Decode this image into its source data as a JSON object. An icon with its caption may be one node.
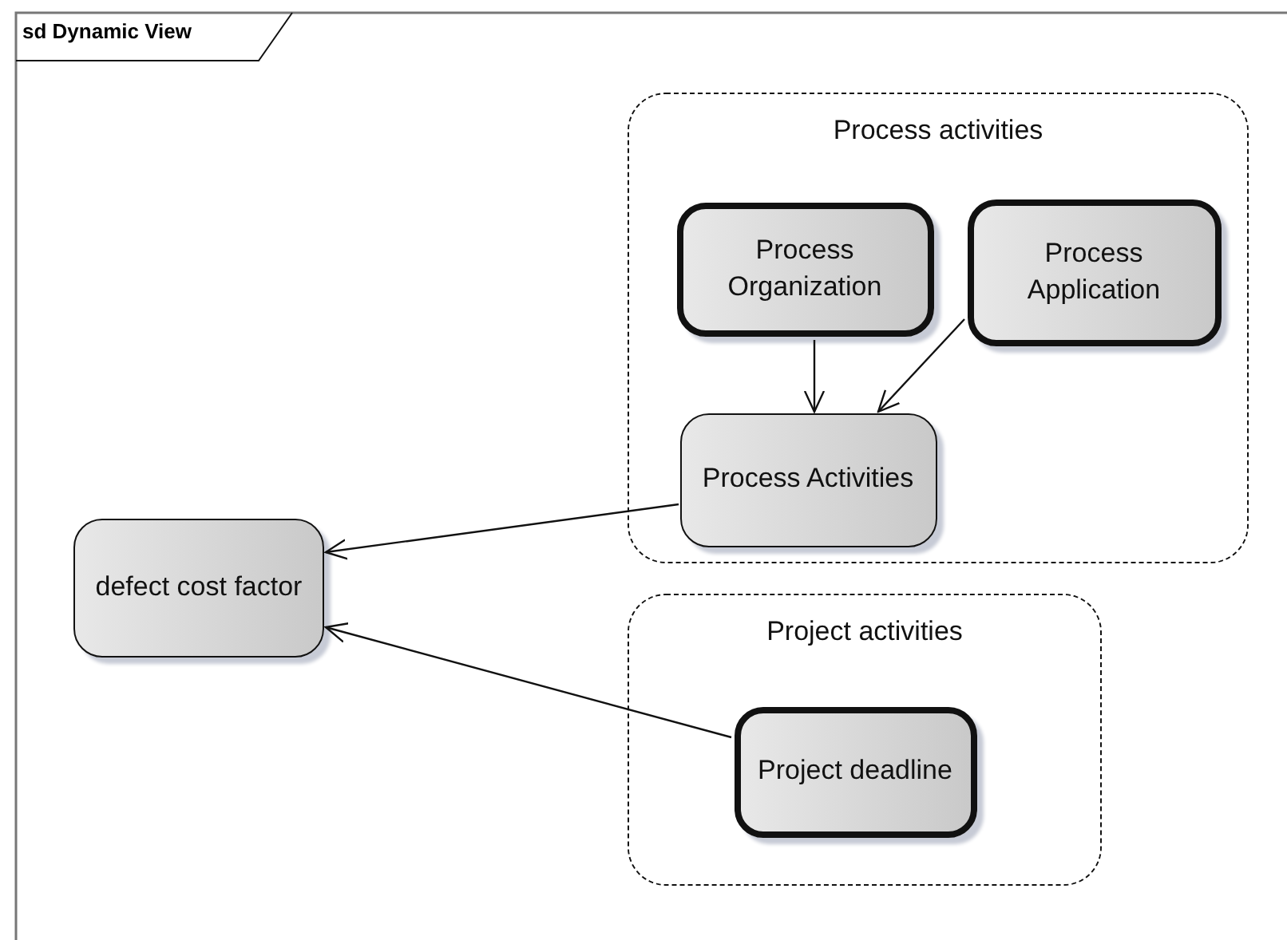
{
  "diagram": {
    "title": "sd Dynamic View",
    "nodes": [
      {
        "text": [
          "Process activities"
        ]
      },
      {
        "text": [
          "Process Organization"
        ],
        "in": 0
      },
      {
        "text": [
          "Process Application"
        ],
        "in": 0
      },
      {
        "text": [
          "Process Activities"
        ],
        "in": 0
      },
      {
        "text": [
          "defect cost factor"
        ]
      },
      {
        "text": [
          "Project activities"
        ]
      },
      {
        "text": [
          "Project deadline"
        ],
        "in": 5
      }
    ],
    "edges": [
      {
        "from": 1,
        "to": 3,
        "arrow": "to"
      },
      {
        "from": 2,
        "to": 3,
        "arrow": "to"
      },
      {
        "from": 3,
        "to": 4,
        "arrow": "to"
      },
      {
        "from": 6,
        "to": 4,
        "arrow": "to"
      }
    ]
  }
}
